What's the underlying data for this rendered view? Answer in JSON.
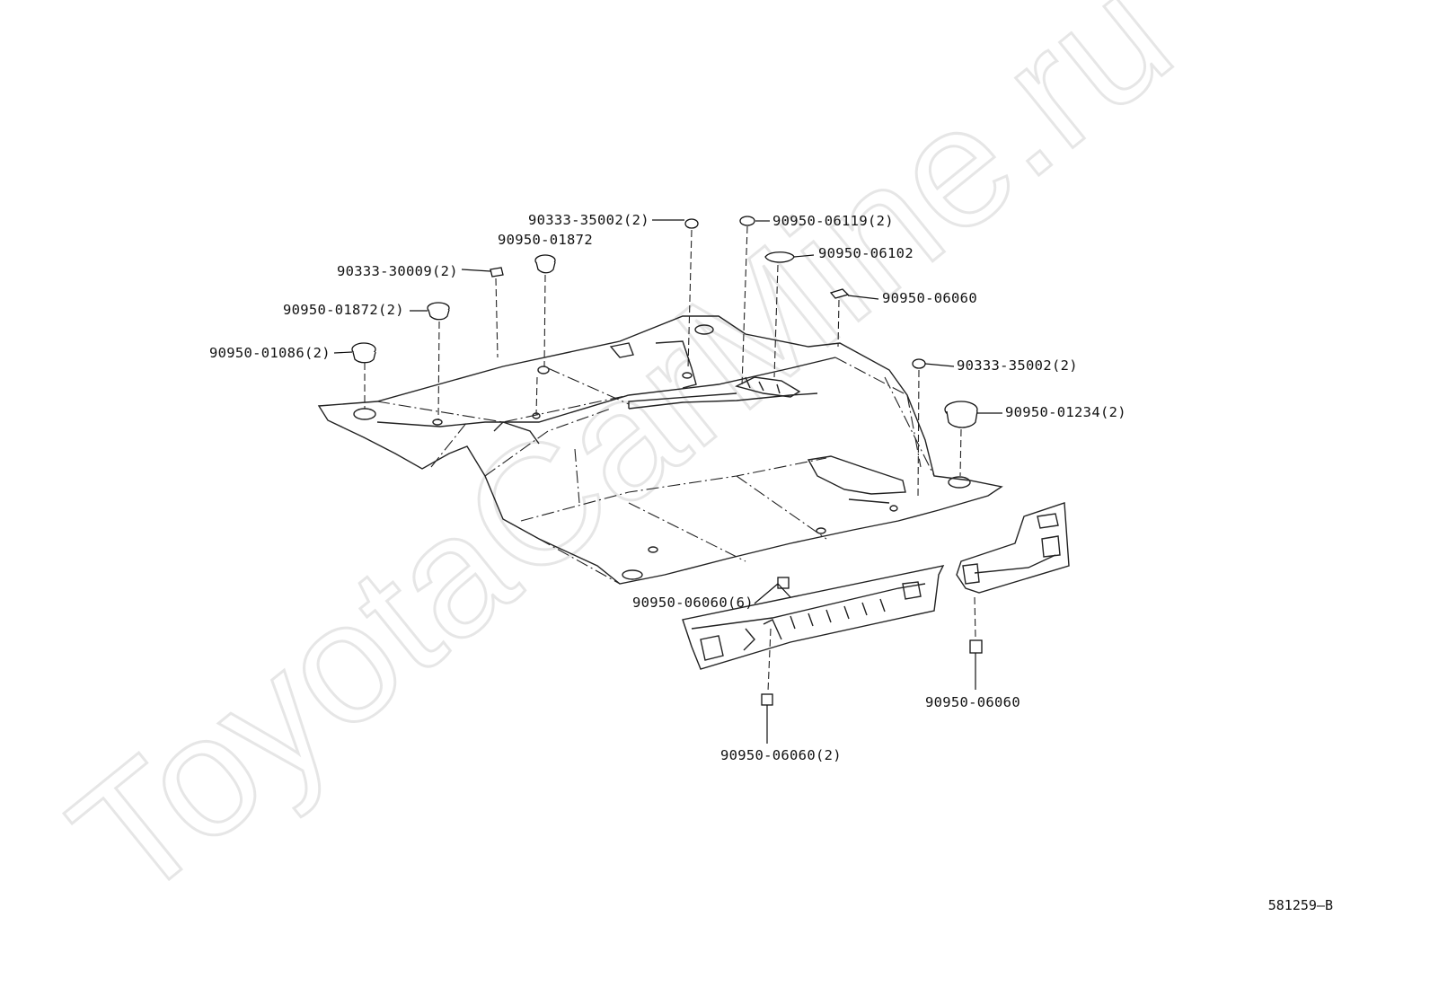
{
  "diagram": {
    "drawing_id": "581259–B",
    "watermark": "ToyotaCarMine.ru",
    "callouts": [
      {
        "id": "c1",
        "part_number": "90333-35002",
        "qty": "(2)"
      },
      {
        "id": "c2",
        "part_number": "90950-01872",
        "qty": ""
      },
      {
        "id": "c3",
        "part_number": "90333-30009",
        "qty": "(2)"
      },
      {
        "id": "c4",
        "part_number": "90950-01872",
        "qty": "(2)"
      },
      {
        "id": "c5",
        "part_number": "90950-01086",
        "qty": "(2)"
      },
      {
        "id": "c6",
        "part_number": "90950-06119",
        "qty": "(2)"
      },
      {
        "id": "c7",
        "part_number": "90950-06102",
        "qty": ""
      },
      {
        "id": "c8",
        "part_number": "90950-06060",
        "qty": ""
      },
      {
        "id": "c9",
        "part_number": "90333-35002",
        "qty": "(2)"
      },
      {
        "id": "c10",
        "part_number": "90950-01234",
        "qty": "(2)"
      },
      {
        "id": "c11",
        "part_number": "90950-06060",
        "qty": "(6)"
      },
      {
        "id": "c12",
        "part_number": "90950-06060",
        "qty": ""
      },
      {
        "id": "c13",
        "part_number": "90950-06060",
        "qty": "(2)"
      }
    ]
  }
}
